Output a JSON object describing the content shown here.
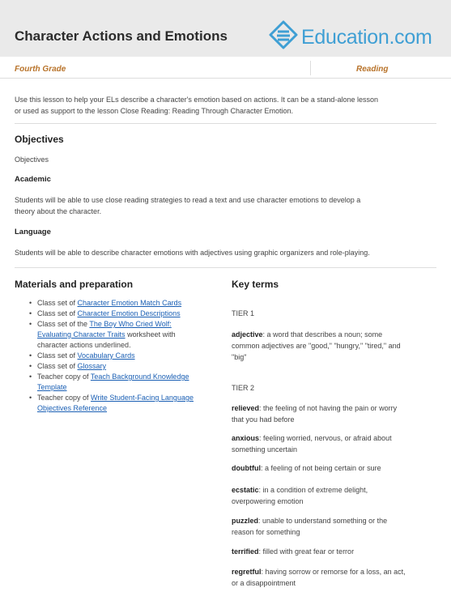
{
  "header": {
    "title": "Character Actions and Emotions",
    "logo_text": "Education.com",
    "logo_color": "#3f9fd4"
  },
  "meta": {
    "grade": "Fourth Grade",
    "subject": "Reading"
  },
  "intro": {
    "line1": "Use this lesson to help your ELs describe a character's emotion based on actions. It can be a stand-alone lesson",
    "line2": "or used as support to the lesson Close Reading: Reading Through Character Emotion."
  },
  "objectives": {
    "heading": "Objectives",
    "sub": "Objectives",
    "academic_heading": "Academic",
    "academic_line1": "Students will be able to use close reading strategies to read a text and use character emotions to develop a",
    "academic_line2": "theory about the character.",
    "language_heading": "Language",
    "language_line": "Students will be able to describe character emotions with adjectives using graphic organizers and role-playing."
  },
  "materials": {
    "heading": "Materials and preparation",
    "items": [
      {
        "prefix": "Class set of ",
        "link": "Character Emotion Match Cards",
        "suffix": ""
      },
      {
        "prefix": "Class set of ",
        "link": "Character Emotion Descriptions",
        "suffix": ""
      },
      {
        "prefix": "Class set of the ",
        "link_line1": "The Boy Who Cried Wolf:",
        "link_line2": "Evaluating Character Traits",
        "suffix_line2": " worksheet with",
        "line3": "character actions underlined."
      },
      {
        "prefix": "Class set of ",
        "link": "Vocabulary Cards",
        "suffix": ""
      },
      {
        "prefix": "Class set of ",
        "link": "Glossary",
        "suffix": ""
      },
      {
        "prefix": "Teacher copy of ",
        "link_line1": "Teach Background Knowledge",
        "link_line2": "Template"
      },
      {
        "prefix": "Teacher copy of ",
        "link_line1": "Write Student-Facing Language",
        "link_line2": "Objectives Reference"
      }
    ]
  },
  "key_terms": {
    "heading": "Key terms",
    "tier1": "TIER 1",
    "tier2": "TIER 2",
    "terms": [
      {
        "word": "adjective",
        "def_line1": ": a word that describes a noun; some",
        "def_line2": "common adjectives are \"good,\" \"hungry,\" \"tired,\" and",
        "def_line3": "\"big\""
      },
      {
        "word": "relieved",
        "def_line1": ": the feeling of not having the pain or worry",
        "def_line2": "that you had before"
      },
      {
        "word": "anxious",
        "def_line1": ": feeling worried, nervous, or afraid about",
        "def_line2": "something uncertain"
      },
      {
        "word": "doubtful",
        "def_line1": ": a feeling of not being certain or sure"
      },
      {
        "word": "ecstatic",
        "def_line1": ": in a condition of extreme delight,",
        "def_line2": "overpowering emotion"
      },
      {
        "word": "puzzled",
        "def_line1": ": unable to understand something or the",
        "def_line2": "reason for something"
      },
      {
        "word": "terrified",
        "def_line1": ": filled with great fear or terror"
      },
      {
        "word": "regretful",
        "def_line1": ": having sorrow or remorse for a loss, an act,",
        "def_line2": "or a disappointment"
      }
    ]
  }
}
